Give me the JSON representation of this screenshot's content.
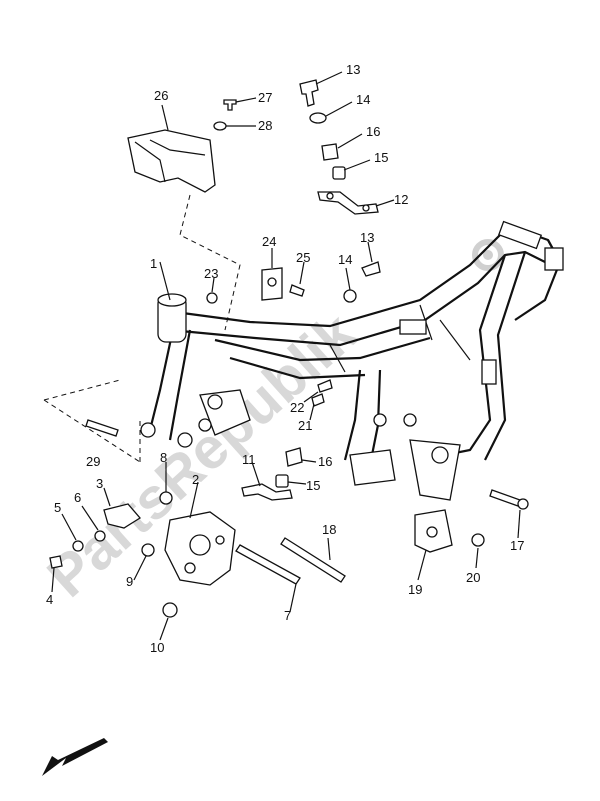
{
  "watermark": "PartsRepublik",
  "callouts": [
    "1",
    "2",
    "3",
    "4",
    "5",
    "6",
    "7",
    "8",
    "9",
    "10",
    "11",
    "12",
    "13",
    "13",
    "14",
    "14",
    "15",
    "15",
    "16",
    "16",
    "17",
    "18",
    "19",
    "20",
    "21",
    "22",
    "23",
    "24",
    "25",
    "26",
    "27",
    "28",
    "29"
  ]
}
